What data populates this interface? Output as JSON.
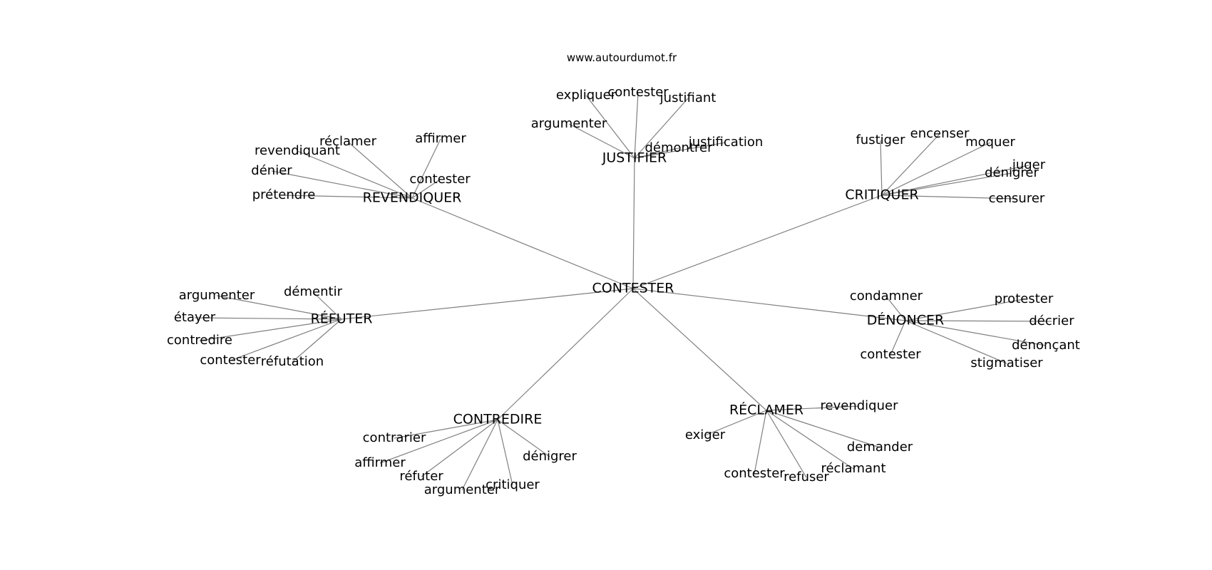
{
  "source": "www.autourdumot.fr",
  "graph": {
    "center": "CONTESTER",
    "hubs": [
      {
        "label": "JUSTIFIER",
        "neighbors": [
          "argumenter",
          "expliquer",
          "contester",
          "justifiant",
          "démontrer",
          "justification"
        ]
      },
      {
        "label": "REVENDIQUER",
        "neighbors": [
          "réclamer",
          "revendiquant",
          "dénier",
          "prétendre",
          "affirmer",
          "contester"
        ]
      },
      {
        "label": "CRITIQUER",
        "neighbors": [
          "fustiger",
          "encenser",
          "moquer",
          "dénigrer",
          "juger",
          "censurer"
        ]
      },
      {
        "label": "RÉFUTER",
        "neighbors": [
          "argumenter",
          "démentir",
          "étayer",
          "contredire",
          "contester",
          "réfutation"
        ]
      },
      {
        "label": "DÉNONCER",
        "neighbors": [
          "condamner",
          "protester",
          "décrier",
          "dénonçant",
          "stigmatiser",
          "contester"
        ]
      },
      {
        "label": "CONTREDIRE",
        "neighbors": [
          "contrarier",
          "affirmer",
          "réfuter",
          "argumenter",
          "critiquer",
          "dénigrer"
        ]
      },
      {
        "label": "RÉCLAMER",
        "neighbors": [
          "revendiquer",
          "exiger",
          "demander",
          "réclamant",
          "refuser",
          "contester"
        ]
      }
    ]
  }
}
